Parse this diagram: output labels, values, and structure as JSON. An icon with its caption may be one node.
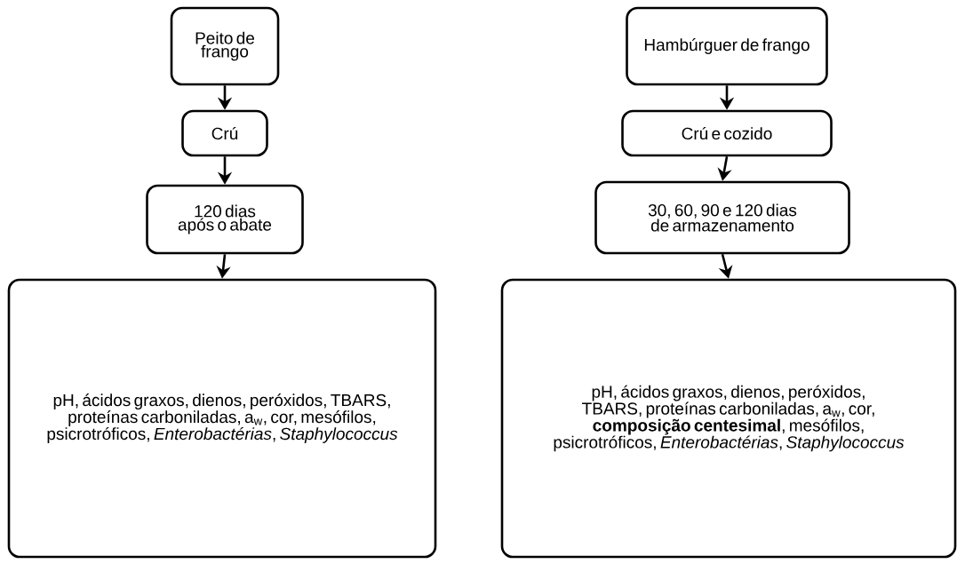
{
  "diagram": {
    "nodes": [
      {
        "text": [
          "Peito de frango"
        ]
      },
      {
        "text": [
          "Crú"
        ]
      },
      {
        "text": [
          "120 dias após o abate"
        ]
      },
      {
        "text": [
          "pH, ácidos graxos, dienos, peróxidos, TBARS, proteínas carboniladas, a$_{w}$, cor, mesófilos, psicrotróficos, *Enterobactérias*, *Staphylococcus*"
        ]
      },
      {
        "text": [
          "Hambúrguer de frango"
        ]
      },
      {
        "text": [
          "Crú e cozido"
        ]
      },
      {
        "text": [
          "30, 60, 90 e 120 dias de armazenamento"
        ]
      },
      {
        "text": [
          "pH, ácidos graxos, dienos, peróxidos, TBARS, proteínas carboniladas, a$_{w}$, cor, **composição centesimal**, mesófilos, psicrotróficos, *Enterobactérias*, *Staphylococcus*"
        ]
      }
    ],
    "edges": [
      {
        "from": 0,
        "to": 1,
        "arrow": "to"
      },
      {
        "from": 1,
        "to": 2,
        "arrow": "to"
      },
      {
        "from": 2,
        "to": 3,
        "arrow": "to"
      },
      {
        "from": 4,
        "to": 5,
        "arrow": "to"
      },
      {
        "from": 5,
        "to": 6,
        "arrow": "to"
      },
      {
        "from": 6,
        "to": 7,
        "arrow": "to"
      }
    ]
  }
}
